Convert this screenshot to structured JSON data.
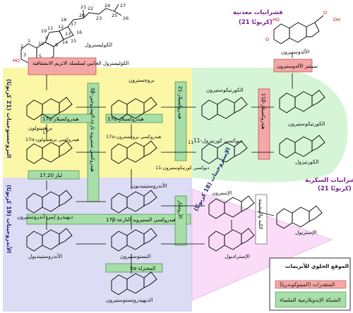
{
  "groups": {
    "mineralocorticoids": "قشرانيات معدنية",
    "mineralocorticoids_carbons": "(21 كربونًا)",
    "glucocorticoids": "القشرانيات السكرية",
    "glucocorticoids_carbons": "(21 كربونًا)",
    "progestogens": "البروجستوجينات (21 كربونًا)",
    "androgens": "الأندروجينات (19 كربونًا)",
    "estrogens": "الإستروجينات (18 كربونًا)"
  },
  "molecules": {
    "cholesterol": "الكوليسترول",
    "pregnenolone": "بريغنينولون",
    "oh17_pregnenolone": "17α-هيدروكسي بريغنينولون",
    "dhea": "ديهيدرو إيبي أندروستيرون",
    "androstenediol": "الأندروستينديول",
    "progesterone": "بروجسترون",
    "oh17_progesterone": "17α-هيدروكسي بروجسترون",
    "androstenedione": "الأندروستينيديون",
    "testosterone": "التستوستيرون",
    "dht": "الديهيدروتستوستيرون",
    "deoxycorticosterone": "11-ديوكسي كورتيكوستيرون",
    "deoxycortisol": "11-ديوكسي كورتيزول",
    "corticosterone": "الكورتيكوستيرون",
    "cortisol": "الكورتيزول",
    "aldosterone": "الألدوستيرون",
    "estrone": "الإسترون",
    "estradiol": "الإستراديول",
    "estriol": "الإستريول"
  },
  "enzymes": {
    "scc": "الكوليسترول الجانبي لسلسلة الانزيم الانشقاقية",
    "aldo_synthase": "سينثيز الألدوستيرون",
    "hsd3b": "3β-هيدروكسي ستيرويد نازعة الهيدروجين",
    "cyp17": "17α-هيدروكسيلاز",
    "lyase": "17,20 لياز",
    "hsd17b": "17β-هيدروكسي الستيرويد النازعة",
    "reductase5": "5α-المختزلة",
    "aromatase": "الأروماتاز",
    "hydroxylase21": "21-هيدروكسيلاز",
    "hydroxylase11": "11β-هيدروكسيلاز",
    "liver_placenta": "الكبد والمشيمة"
  },
  "carbon_numbers": [
    "1",
    "2",
    "3",
    "4",
    "5",
    "6",
    "7",
    "8",
    "9",
    "10",
    "11",
    "12",
    "13",
    "14",
    "15",
    "16",
    "17",
    "18",
    "19",
    "20",
    "21",
    "22",
    "23",
    "24",
    "25",
    "26",
    "27"
  ],
  "step_labels": {
    "c17": "17",
    "c11": "11"
  },
  "legend": {
    "title": "الموقع الخلوي للأنزيمات",
    "mito": "المتقدرات (الميتوكوندريا)",
    "er": "الشبكة الإندوبلازمية الملساء"
  },
  "colors": {
    "progestogen_zone": "#fbf7a6",
    "androgen_zone": "#dcdcf5",
    "mineralo_zone": "#ffffff",
    "gluco_zone": "#d6f5d6",
    "estrogen_zone": "#fbdcf8",
    "mito_box": "#f4a7a7",
    "er_box": "#a8dea8"
  }
}
